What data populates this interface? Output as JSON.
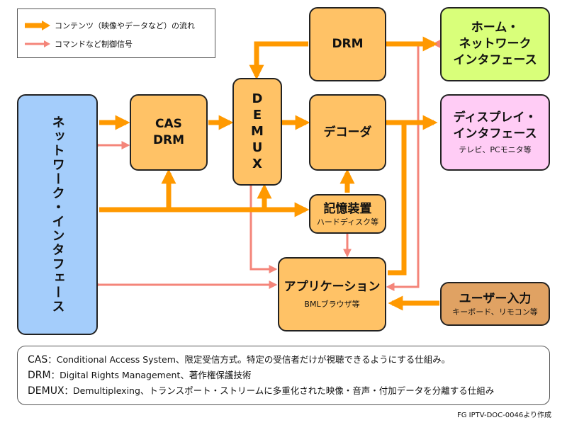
{
  "legend": {
    "content_flow": "コンテンツ（映像やデータなど）の流れ",
    "command_signal": "コマンドなど制御信号"
  },
  "colors": {
    "content_arrow": "#ff9900",
    "command_arrow": "#f4857a",
    "box_orange": "#ffc266",
    "box_green": "#d9ff7a",
    "box_pink": "#ffccf5",
    "box_blue": "#a4cdfb",
    "box_brown": "#e0a263"
  },
  "nodes": {
    "network_interface": {
      "label": "ネットワーク・インタフェース"
    },
    "cas_drm": {
      "line1": "CAS",
      "line2": "DRM"
    },
    "demux": {
      "label": "DEMUX"
    },
    "drm": {
      "label": "DRM"
    },
    "decoder": {
      "label": "デコーダ"
    },
    "storage": {
      "label": "記憶装置",
      "sub": "ハードディスク等"
    },
    "application": {
      "label": "アプリケーション",
      "sub": "BMLブラウザ等"
    },
    "home_network": {
      "line1": "ホーム・",
      "line2": "ネットワーク",
      "line3": "インタフェース"
    },
    "display": {
      "line1": "ディスプレイ・",
      "line2": "インタフェース",
      "sub": "テレビ、PCモニタ等"
    },
    "user_input": {
      "label": "ユーザー入力",
      "sub": "キーボード、リモコン等"
    }
  },
  "notes": [
    {
      "term": "CAS",
      "desc": "：Conditional Access System、限定受信方式。特定の受信者だけが視聴できるようにする仕組み。"
    },
    {
      "term": "DRM",
      "desc": "：Digital Rights Management、著作権保護技術"
    },
    {
      "term": "DEMUX",
      "desc": "：Demultiplexing、トランスポート・ストリームに多重化された映像・音声・付加データを分離する仕組み"
    }
  ],
  "source": "FG IPTV-DOC-0046より作成"
}
